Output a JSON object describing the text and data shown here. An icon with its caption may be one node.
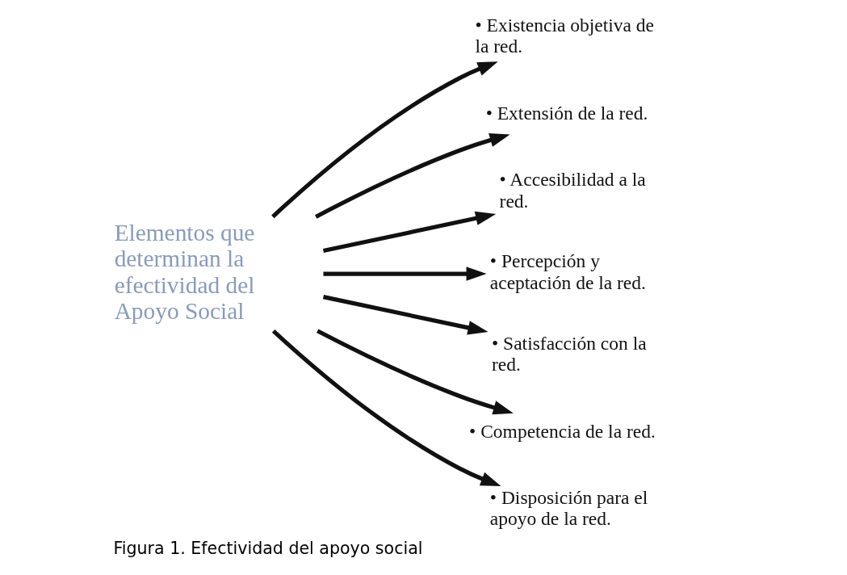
{
  "diagram": {
    "caption": "Figura 1. Efectividad del apoyo social",
    "nodes": [
      {
        "text": [
          "Elementos que determinan la efectividad del Apoyo Social"
        ]
      },
      {
        "text": [
          "• Existencia objetiva de la red."
        ]
      },
      {
        "text": [
          "• Extensión de la red."
        ]
      },
      {
        "text": [
          "• Accesibilidad a la red."
        ]
      },
      {
        "text": [
          "• Percepción y aceptación de la red."
        ]
      },
      {
        "text": [
          "• Satisfacción con la red."
        ]
      },
      {
        "text": [
          "• Competencia de la red."
        ]
      },
      {
        "text": [
          "• Disposición para el apoyo de la red."
        ]
      }
    ],
    "edges": [
      {
        "from": 0,
        "to": 1,
        "arrow": "to"
      },
      {
        "from": 0,
        "to": 2,
        "arrow": "to"
      },
      {
        "from": 0,
        "to": 3,
        "arrow": "to"
      },
      {
        "from": 0,
        "to": 4,
        "arrow": "to"
      },
      {
        "from": 0,
        "to": 5,
        "arrow": "to"
      },
      {
        "from": 0,
        "to": 6,
        "arrow": "to"
      },
      {
        "from": 0,
        "to": 7,
        "arrow": "to"
      }
    ]
  }
}
